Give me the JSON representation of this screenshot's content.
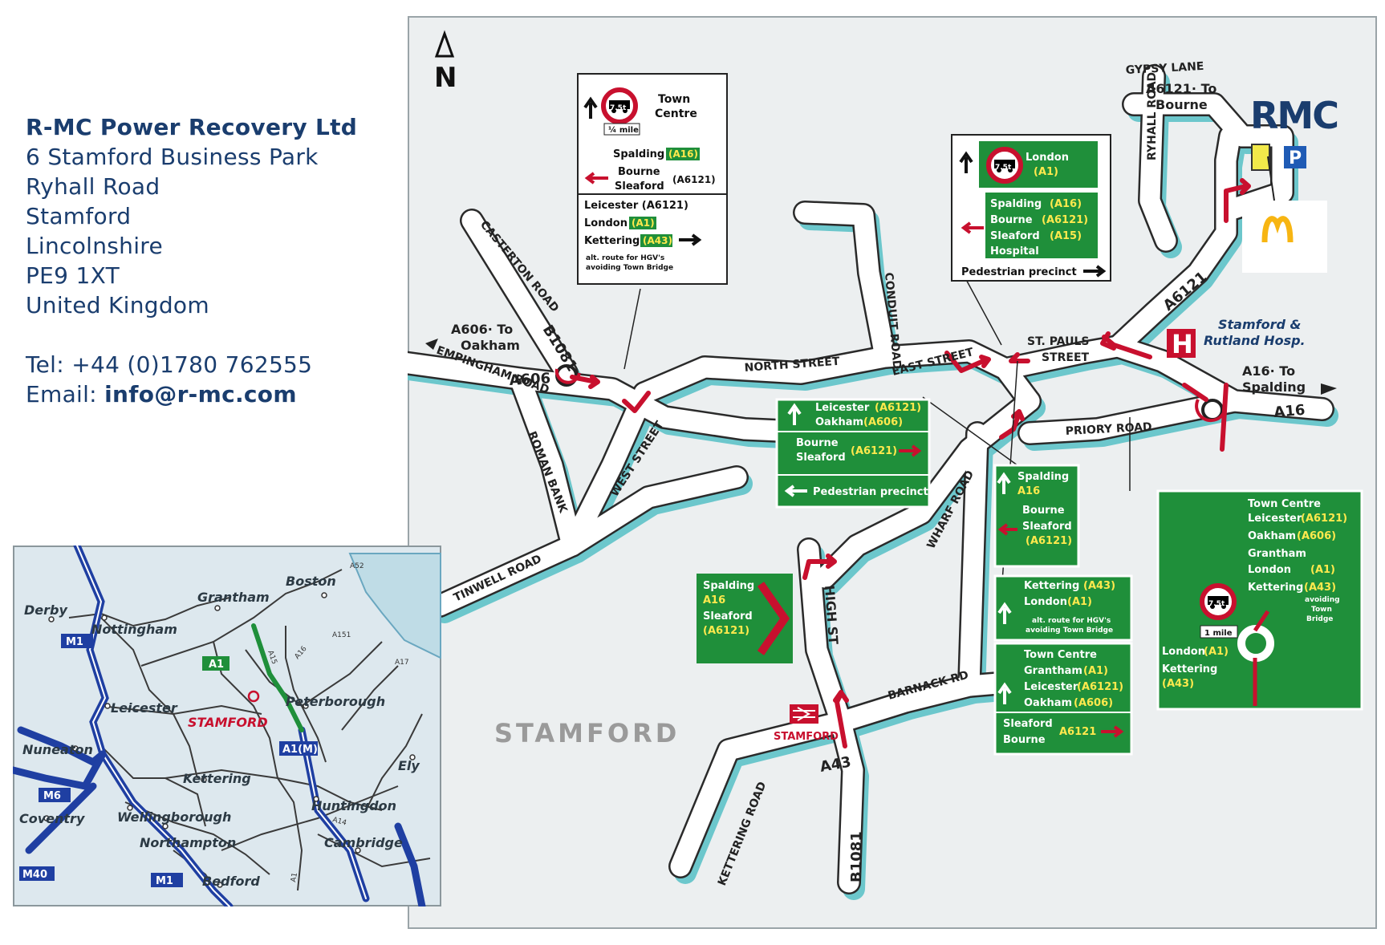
{
  "company": {
    "name": "R-MC Power Recovery Ltd",
    "address": [
      "6 Stamford Business Park",
      "Ryhall Road",
      "Stamford",
      "Lincolnshire",
      "PE9 1XT",
      "United Kingdom"
    ],
    "tel_label": "Tel: ",
    "tel": "+44 (0)1780 762555",
    "email_label": "Email: ",
    "email": "info@r-mc.com"
  },
  "colors": {
    "road_fill": "#ffffff",
    "road_casing": "#2a2a2a",
    "road_shadow": "#6cc7cc",
    "map_bg": "#eceff0",
    "sign_green": "#1f8f3a",
    "sign_yellow": "#ffe94d",
    "sign_red": "#c8102e",
    "brand_blue": "#1a3d6e",
    "mcd_yellow": "#f7b512",
    "inset_land": "#dde8ee",
    "inset_sea": "#bfdce6",
    "motorway_blue": "#1f3fa2"
  },
  "map": {
    "north": "N",
    "town": "STAMFORD",
    "station": "STAMFORD",
    "rmc": "RMC",
    "parking": "P",
    "hospital_letter": "H",
    "hospital_name": [
      "Stamford &",
      "Rutland Hosp."
    ],
    "roads": {
      "gypsy_lane": "GYPSY LANE",
      "ryhall_road": "RYHALL ROAD",
      "casterton_road": "CASTERTON ROAD",
      "b1081_north": "B1081",
      "empingham_road": "EMPINGHAM ROAD",
      "a606": "A606",
      "roman_bank": "ROMAN BANK",
      "tinwell_road": "TINWELL ROAD",
      "west_street": "WEST STREET",
      "north_street": "NORTH STREET",
      "east_street": "EAST STREET",
      "conduit_road": "CONDUIT ROAD",
      "st_pauls": "ST. PAULS",
      "street": "STREET",
      "a6121": "A6121",
      "a16": "A16",
      "priory_road": "PRIORY ROAD",
      "wharf_road": "WHARF ROAD",
      "high_st": "HIGH ST",
      "barnack_rd": "BARNACK RD",
      "kettering_road": "KETTERING ROAD",
      "a43": "A43",
      "b1081_south": "B1081"
    },
    "destinations": {
      "a606_oakham": [
        "A606· To",
        "Oakham"
      ],
      "a6121_bourne": [
        "A6121· To",
        "Bourne"
      ],
      "a16_spalding": [
        "A16· To",
        "Spalding"
      ]
    },
    "signs": {
      "top_left": {
        "town_centre": [
          "Town",
          "Centre"
        ],
        "quarter_mile": "¼ mile",
        "hgv_limit": "7.5t",
        "spalding": "Spalding",
        "a16": "(A16)",
        "bourne_sleaford": [
          "Bourne",
          "Sleaford"
        ],
        "a6121": "(A6121)",
        "leicester": "Leicester (A6121)",
        "london": "London",
        "a1": "(A1)",
        "kettering": "Kettering",
        "a43": "(A43)",
        "alt_note": [
          "alt. route for HGV's",
          "avoiding Town Bridge"
        ]
      },
      "top_middle": {
        "london": "London",
        "a1": "(A1)",
        "hgv_limit": "7.5t",
        "spalding": "Spalding",
        "a16": "(A16)",
        "bourne": "Bourne",
        "a6121": "(A6121)",
        "sleaford": "Sleaford",
        "a15": "(A15)",
        "hospital": "Hospital",
        "pedestrian": "Pedestrian precinct"
      },
      "middle": {
        "leicester": "Leicester",
        "a6121": "(A6121)",
        "oakham": "Oakham",
        "a606": "(A606)",
        "bourne_sleaford": [
          "Bourne",
          "Sleaford"
        ],
        "a6121b": "(A6121)",
        "pedestrian": "Pedestrian precinct"
      },
      "small_spalding": {
        "spalding": "Spalding",
        "a16": "A16",
        "bourne": "Bourne",
        "sleaford": "Sleaford",
        "a6121": "(A6121)"
      },
      "chevron": {
        "spalding": "Spalding",
        "a16": "A16",
        "sleaford": "Sleaford",
        "a6121": "(A6121)"
      },
      "kettering": {
        "kettering": "Kettering",
        "a43": "(A43)",
        "london": "London",
        "a1": "(A1)",
        "alt_note": [
          "alt. route for HGV's",
          "avoiding Town Bridge"
        ]
      },
      "town_centre": {
        "town_centre": "Town Centre",
        "grantham": "Grantham",
        "a1": "(A1)",
        "leicester": "Leicester",
        "a6121": "(A6121)",
        "oakham": "Oakham",
        "a606": "(A606)",
        "sleaford": "Sleaford",
        "bourne": "Bourne",
        "a6121b": "A6121"
      },
      "big_right": {
        "town_centre": "Town Centre",
        "leicester": "Leicester",
        "a6121": "(A6121)",
        "oakham": "Oakham",
        "a606": "(A606)",
        "grantham": "Grantham",
        "london": "London",
        "a1": "(A1)",
        "kettering": "Kettering",
        "a43": "(A43)",
        "avoiding": [
          "avoiding",
          "Town",
          "Bridge"
        ],
        "hgv_limit": "7.5t",
        "one_mile": "1 mile",
        "london_left": "London",
        "a1_left": "(A1)",
        "kettering_left": "Kettering",
        "a43_left": "(A43)"
      }
    }
  },
  "inset": {
    "places": {
      "derby": "Derby",
      "nottingham": "Nottingham",
      "grantham": "Grantham",
      "boston": "Boston",
      "leicester": "Leicester",
      "stamford": "STAMFORD",
      "peterborough": "Peterborough",
      "nuneaton": "Nuneaton",
      "kettering": "Kettering",
      "ely": "Ely",
      "coventry": "Coventry",
      "wellingborough": "Wellingborough",
      "huntingdon": "Huntingdon",
      "northampton": "Northampton",
      "cambridge": "Cambridge",
      "bedford": "Bedford"
    },
    "roads": {
      "m1_north": "M1",
      "a1": "A1",
      "a1m": "A1(M)",
      "m6": "M6",
      "m1_south": "M1",
      "m40": "M40",
      "a52": "A52",
      "a151": "A151",
      "a17": "A17",
      "a15": "A15",
      "a16": "A16",
      "a14": "A14",
      "a1_south": "A1"
    }
  }
}
